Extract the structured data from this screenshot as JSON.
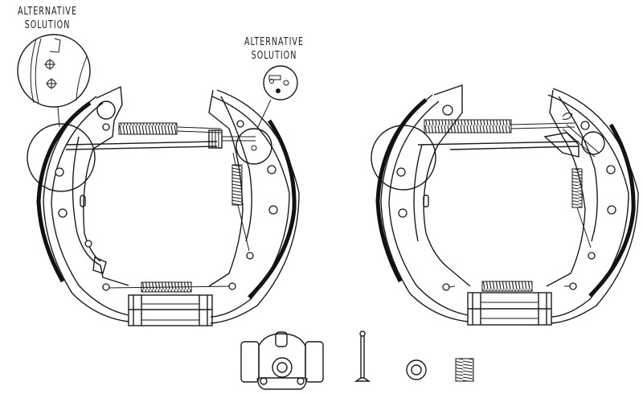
{
  "diagram": {
    "title": "Brake shoe kit exploded view",
    "callouts": [
      {
        "id": "callout-left",
        "line1": "ALTERNATIVE",
        "line2": "SOLUTION"
      },
      {
        "id": "callout-center",
        "line1": "ALTERNATIVE",
        "line2": "SOLUTION"
      }
    ],
    "assemblies": [
      {
        "name": "left-brake-shoe-assembly"
      },
      {
        "name": "right-brake-shoe-assembly"
      }
    ],
    "loose_parts": [
      {
        "name": "wheel-cylinder"
      },
      {
        "name": "hold-down-pin"
      },
      {
        "name": "retainer-cup"
      },
      {
        "name": "hold-down-spring"
      }
    ],
    "colors": {
      "line": "#1a1a1a",
      "background": "#ffffff"
    }
  }
}
